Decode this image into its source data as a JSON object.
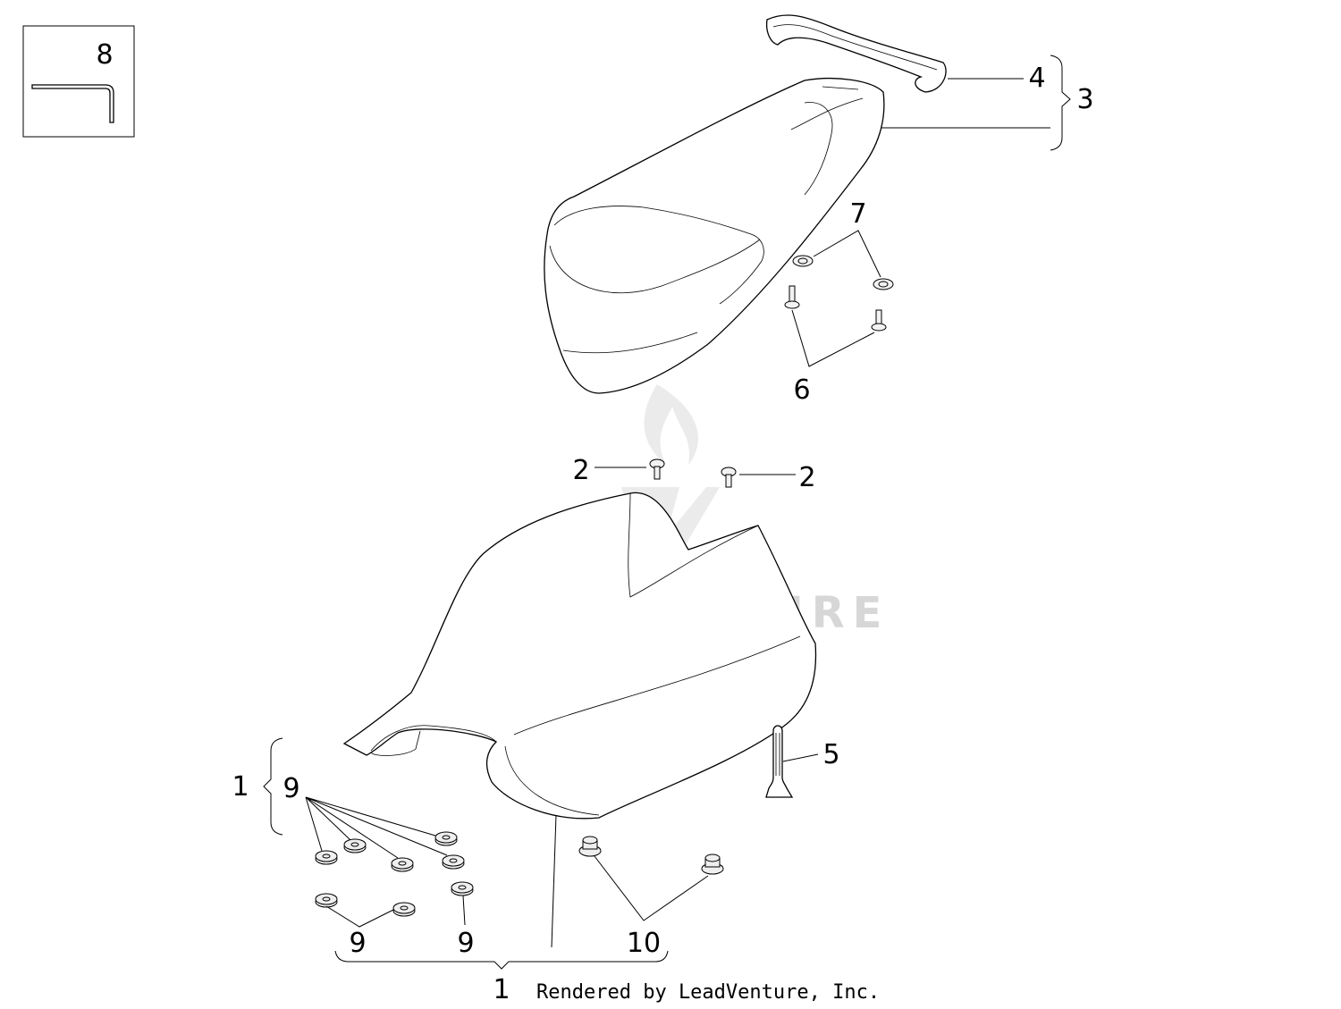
{
  "watermark": "LEADVENTURE",
  "footer": "Rendered by LeadVenture, Inc.",
  "callouts": {
    "c8": "8",
    "c4": "4",
    "c3": "3",
    "c7": "7",
    "c6": "6",
    "c2a": "2",
    "c2b": "2",
    "c5": "5",
    "c1_left": "1",
    "c9_left": "9",
    "c9_bottom_a": "9",
    "c9_bottom_b": "9",
    "c10": "10",
    "c1_bottom": "1"
  },
  "icons": {
    "rear_seat_cover": "rear-seat-cover-drawing",
    "grab_handle": "grab-handle-drawing",
    "main_seat": "main-seat-drawing",
    "hex_key": "hex-key-drawing"
  }
}
